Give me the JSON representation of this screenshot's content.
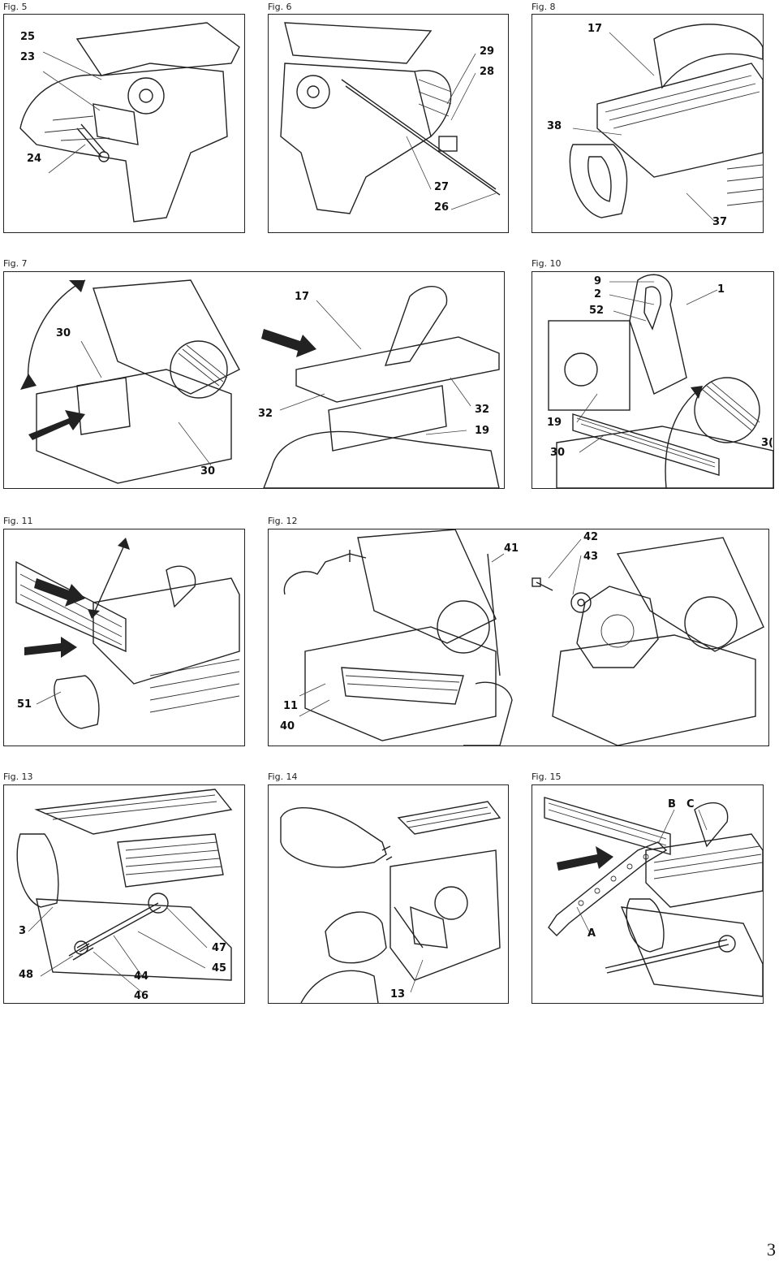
{
  "figures": {
    "fig5": {
      "caption": "Fig. 5",
      "labels": [
        "25",
        "23",
        "24"
      ]
    },
    "fig6": {
      "caption": "Fig. 6",
      "labels": [
        "29",
        "28",
        "27",
        "26"
      ]
    },
    "fig8": {
      "caption": "Fig. 8",
      "labels": [
        "17",
        "38",
        "37"
      ]
    },
    "fig7": {
      "caption": "Fig. 7",
      "labels": [
        "30",
        "30",
        "17",
        "32",
        "32",
        "19"
      ]
    },
    "fig10": {
      "caption": "Fig. 10",
      "labels": [
        "9",
        "2",
        "52",
        "1",
        "19",
        "30",
        "3("
      ]
    },
    "fig11": {
      "caption": "Fig. 11",
      "labels": [
        "51"
      ]
    },
    "fig12": {
      "caption": "Fig. 12",
      "labels": [
        "41",
        "11",
        "40",
        "42",
        "43"
      ]
    },
    "fig13": {
      "caption": "Fig. 13",
      "labels": [
        "3",
        "47",
        "45",
        "48",
        "44",
        "46"
      ]
    },
    "fig14": {
      "caption": "Fig. 14",
      "labels": [
        "13"
      ]
    },
    "fig15": {
      "caption": "Fig. 15",
      "labels": [
        "B",
        "C",
        "A"
      ]
    }
  },
  "page_number": "3"
}
